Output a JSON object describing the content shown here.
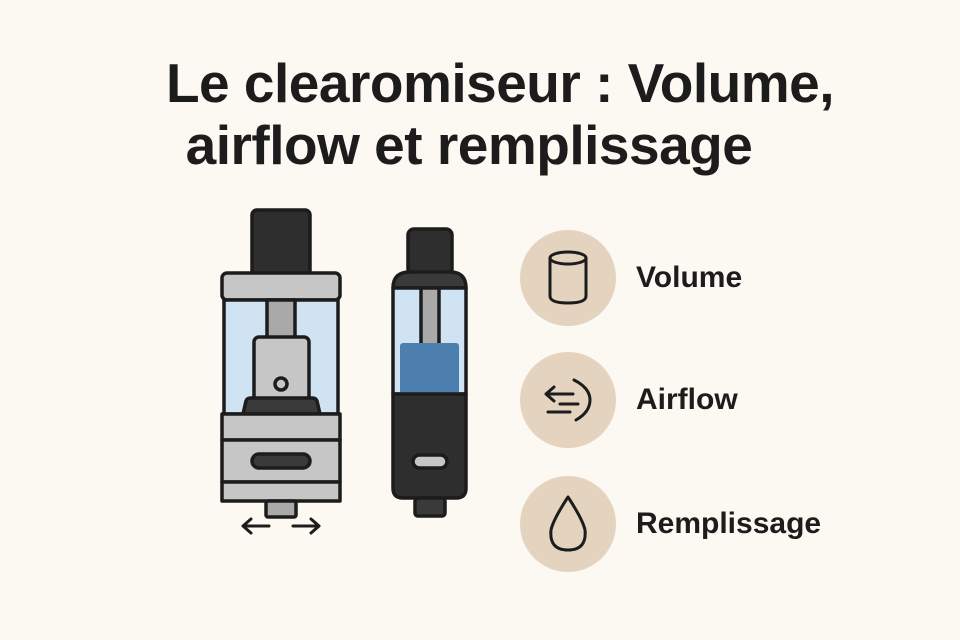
{
  "title": {
    "line1": "Le clearomiseur : Volume,",
    "line2": "airflow et remplissage"
  },
  "illustrations": [
    {
      "name": "large-tank-clearomizer",
      "glass_color": "#cfe3f3",
      "metal_color": "#c6c6c6",
      "dark_color": "#2e2e2e"
    },
    {
      "name": "slim-pod-clearomizer",
      "glass_color": "#cfe3f3",
      "liquid_color": "#4d7fae",
      "dark_color": "#2e2e2e"
    }
  ],
  "features": [
    {
      "icon": "cylinder-icon",
      "label": "Volume"
    },
    {
      "icon": "airflow-arrows-icon",
      "label": "Airflow"
    },
    {
      "icon": "droplet-icon",
      "label": "Remplissage"
    }
  ],
  "colors": {
    "background": "#fcf8f2",
    "icon_circle": "#e4d4bf",
    "text": "#1c1c1c"
  }
}
